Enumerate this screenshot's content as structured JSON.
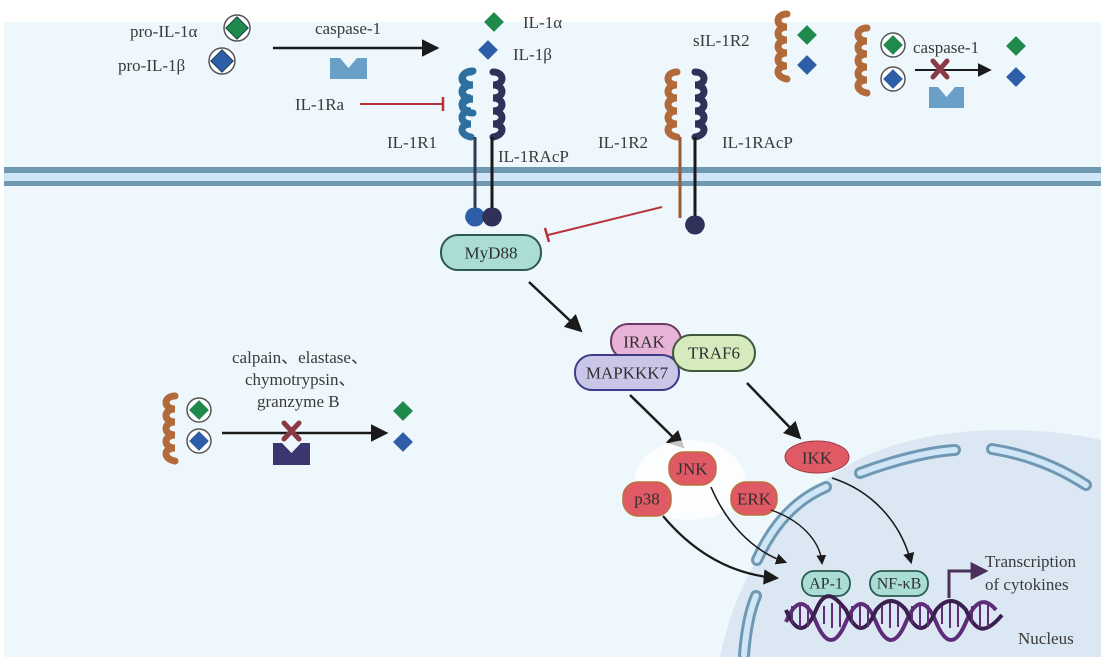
{
  "extracellular": {
    "pro_il1a": "pro-IL-1α",
    "pro_il1b": "pro-IL-1β",
    "caspase1_main": "caspase-1",
    "il1a": "IL-1α",
    "il1b": "IL-1β",
    "il1ra": "IL-1Ra",
    "sil1r2": "sIL-1R2",
    "caspase1_blocked": "caspase-1"
  },
  "receptors": {
    "il1r1": "IL-1R1",
    "il1racp_left": "IL-1RAcP",
    "il1r2": "IL-1R2",
    "il1racp_right": "IL-1RAcP"
  },
  "cytoplasm": {
    "myd88": "MyD88",
    "irak": "IRAK",
    "traf6": "TRAF6",
    "mapkkk7": "MAPKKK7",
    "jnk": "JNK",
    "p38": "p38",
    "erk": "ERK",
    "ikk": "IKK",
    "proteases_line1": "calpain、elastase、",
    "proteases_line2": "chymotrypsin、",
    "proteases_line3": "granzyme B"
  },
  "nucleus": {
    "ap1": "AP-1",
    "nfkb": "NF-κB",
    "transcription_line1": "Transcription",
    "transcription_line2": "of cytokines",
    "label": "Nucleus"
  },
  "colors": {
    "il1a_green": "#1f8a4c",
    "il1b_blue": "#2f5ea8",
    "il1r2_orange": "#b36a3a",
    "il1r1_blue": "#2d6f9e",
    "il1racp_navy": "#2f3158",
    "inhibit_red": "#b8333a",
    "kinase_red": "#e05a66",
    "myd88_teal": "#a9ddd6",
    "irak_pink": "#e7b3d6",
    "traf6_green": "#d6ebbd",
    "mapkkk7_lavender": "#c9c6e8",
    "membrane": "#6f98b3",
    "nucleus_fill": "#dbe7f3",
    "cytoplasm_fill": "#eef7fc"
  }
}
